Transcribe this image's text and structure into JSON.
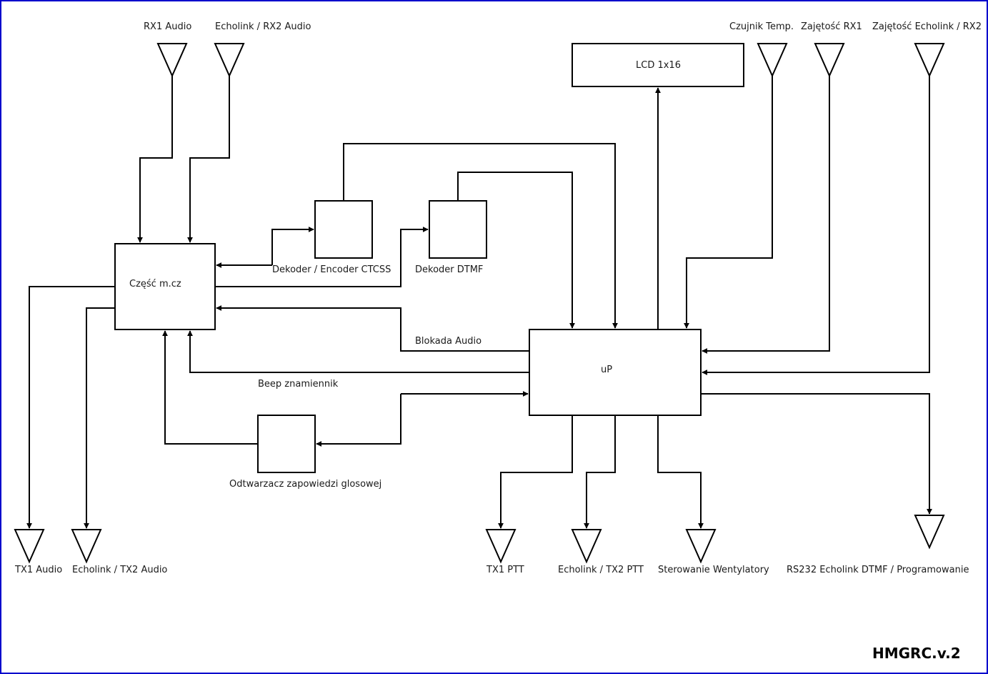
{
  "diagram": {
    "title": "HMGRC.v.2",
    "border_color": "#0000cc",
    "blocks": {
      "audio_part": "Część m.cz",
      "ctcss": "Dekoder / Encoder CTCSS",
      "dtmf": "Dekoder DTMF",
      "voice_player": "Odtwarzacz zapowiedzi glosowej",
      "lcd": "LCD 1x16",
      "up": "uP"
    },
    "signals": {
      "audio_block": "Blokada Audio",
      "beep": "Beep znamiennik"
    },
    "inputs": {
      "rx1_audio": "RX1 Audio",
      "echolink_rx2_audio": "Echolink / RX2 Audio",
      "temp_sensor": "Czujnik Temp.",
      "busy_rx1": "Zajętość RX1",
      "busy_echolink_rx2": "Zajętość Echolink / RX2"
    },
    "outputs": {
      "tx1_audio": "TX1 Audio",
      "echolink_tx2_audio": "Echolink / TX2 Audio",
      "tx1_ptt": "TX1 PTT",
      "echolink_tx2_ptt": "Echolink / TX2 PTT",
      "fans": "Sterowanie Wentylatory",
      "rs232": "RS232 Echolink DTMF / Programowanie"
    }
  }
}
